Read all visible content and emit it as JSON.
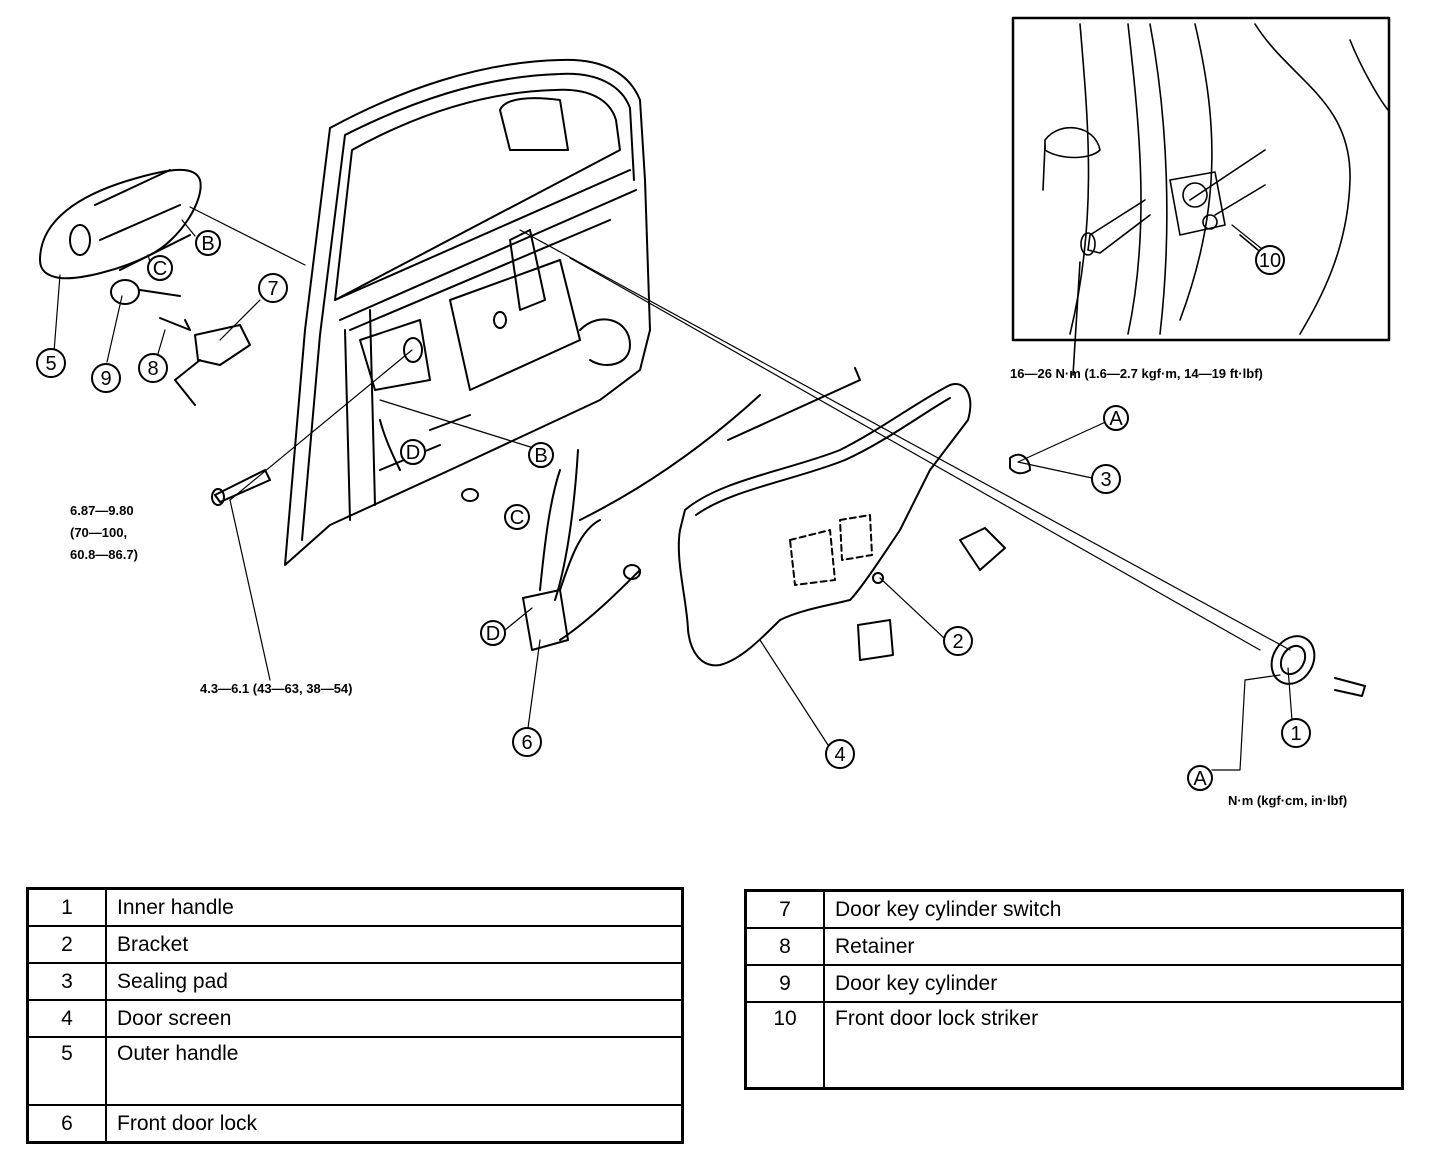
{
  "callouts": [
    "1",
    "2",
    "3",
    "4",
    "5",
    "6",
    "7",
    "8",
    "9",
    "10"
  ],
  "connectors": [
    "A",
    "B",
    "C",
    "D"
  ],
  "torque_specs": {
    "striker": "16—26 N·m (1.6—2.7 kgf·m, 14—19 ft·lbf)",
    "hinge_bolt_line1": "6.87—9.80",
    "hinge_bolt_line2": "(70—100,",
    "hinge_bolt_line3": "60.8—86.7)",
    "lock_screw": "4.3—6.1 (43—63, 38—54)",
    "units": "N·m (kgf·cm, in·lbf)"
  },
  "legend_left": [
    {
      "num": "1",
      "name": "Inner handle"
    },
    {
      "num": "2",
      "name": "Bracket"
    },
    {
      "num": "3",
      "name": "Sealing pad"
    },
    {
      "num": "4",
      "name": "Door screen"
    },
    {
      "num": "5",
      "name": "Outer handle"
    },
    {
      "num": "6",
      "name": "Front door lock"
    }
  ],
  "legend_right": [
    {
      "num": "7",
      "name": "Door key cylinder switch"
    },
    {
      "num": "8",
      "name": "Retainer"
    },
    {
      "num": "9",
      "name": "Door key cylinder"
    },
    {
      "num": "10",
      "name": "Front door lock striker"
    }
  ]
}
